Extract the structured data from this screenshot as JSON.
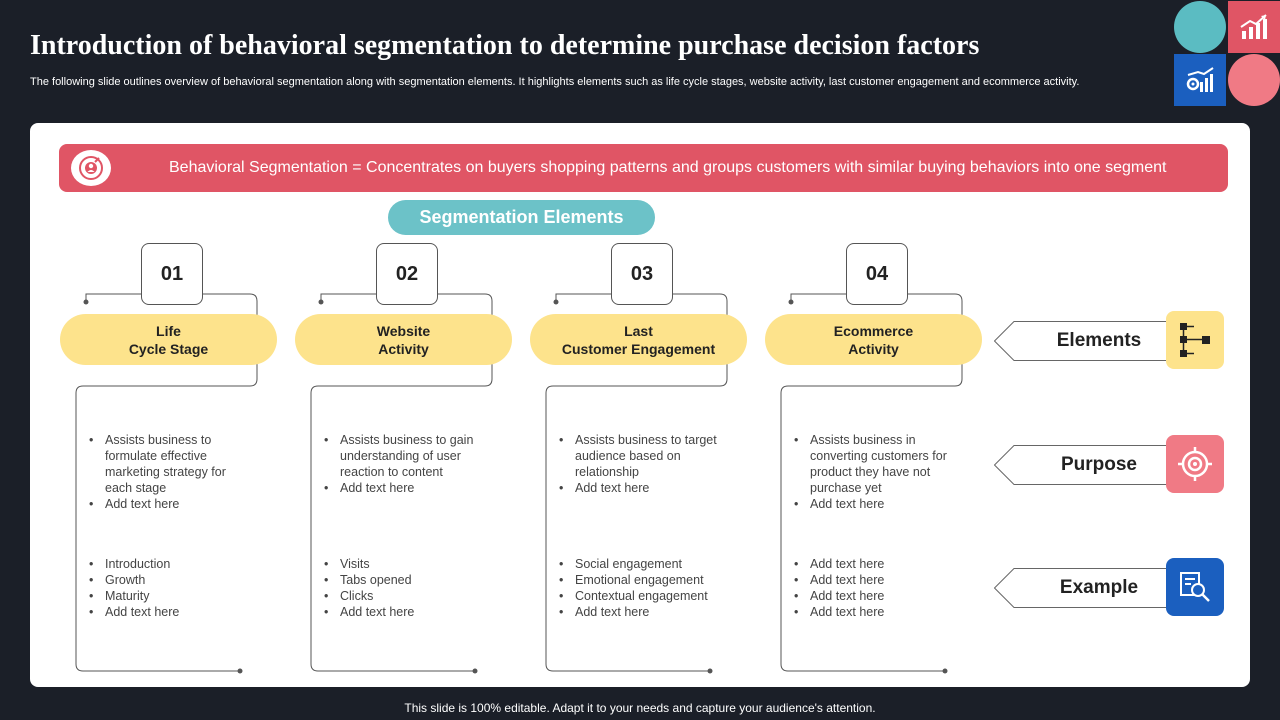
{
  "header": {
    "title": "Introduction of behavioral segmentation to determine purchase decision factors",
    "subtitle": "The following slide outlines overview of behavioral segmentation along with segmentation elements. It highlights elements such as life cycle stages, website activity, last customer engagement and ecommerce activity."
  },
  "banner": {
    "text": "Behavioral Segmentation = Concentrates on buyers shopping patterns and groups customers with similar buying behaviors into one segment"
  },
  "segmentation_title": "Segmentation Elements",
  "columns": [
    {
      "number": "01",
      "name_line1": "Life",
      "name_line2": "Cycle Stage",
      "purpose": [
        "Assists business to formulate effective marketing strategy for each stage",
        "Add text here"
      ],
      "examples": [
        "Introduction",
        "Growth",
        "Maturity",
        "Add text here"
      ]
    },
    {
      "number": "02",
      "name_line1": "Website",
      "name_line2": "Activity",
      "purpose": [
        "Assists business to gain understanding of user reaction to content",
        "Add text here"
      ],
      "examples": [
        "Visits",
        "Tabs opened",
        "Clicks",
        "Add text here"
      ]
    },
    {
      "number": "03",
      "name_line1": "Last",
      "name_line2": "Customer Engagement",
      "purpose": [
        "Assists business to target audience based on relationship",
        "Add text here"
      ],
      "examples": [
        "Social engagement",
        "Emotional engagement",
        "Contextual engagement",
        "Add text here"
      ]
    },
    {
      "number": "04",
      "name_line1": "Ecommerce",
      "name_line2": "Activity",
      "purpose": [
        "Assists business in converting customers for product they have not purchase yet",
        "Add text here"
      ],
      "examples": [
        "Add text here",
        "Add text here",
        "Add text here",
        "Add text here"
      ]
    }
  ],
  "side_labels": {
    "elements": "Elements",
    "purpose": "Purpose",
    "example": "Example"
  },
  "icons": {
    "banner": "target-user-icon",
    "elements": "hierarchy-icon",
    "purpose": "target-icon",
    "example": "search-document-icon",
    "deco_red": "growth-chart-icon",
    "deco_blue": "gear-chart-icon"
  },
  "colors": {
    "background": "#1b1f28",
    "accent_red": "#e05565",
    "accent_teal": "#6cc2c8",
    "accent_yellow": "#fde38c",
    "accent_pink": "#f07a85",
    "accent_blue": "#1b5fbf"
  },
  "footer": "This slide is 100% editable. Adapt it to your needs and capture your audience's attention."
}
